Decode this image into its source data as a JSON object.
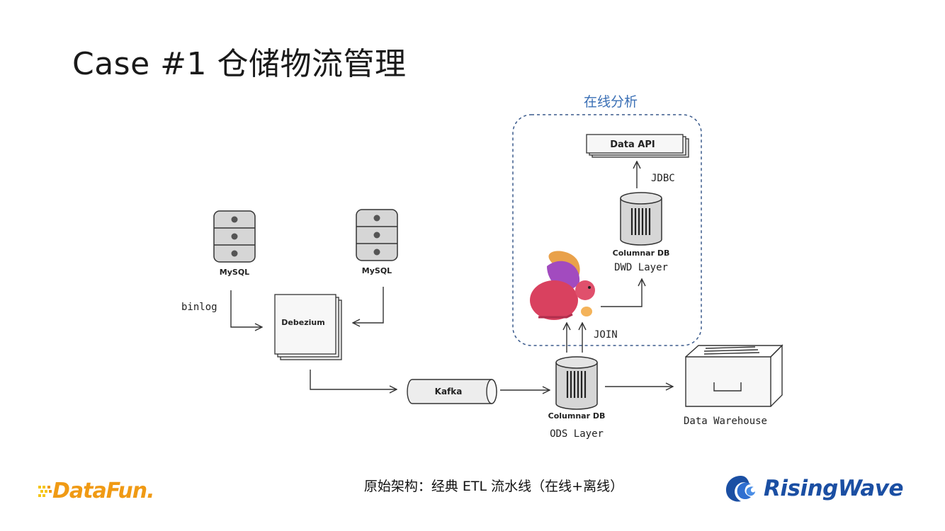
{
  "slide": {
    "title": "Case #1 仓储物流管理",
    "caption": "原始架构：经典 ETL 流水线（在线+离线）"
  },
  "diagram": {
    "online_group_label": "在线分析",
    "nodes": {
      "mysql_left": "MySQL",
      "mysql_right": "MySQL",
      "debezium": "Debezium",
      "kafka": "Kafka",
      "ods_db": "Columnar DB",
      "ods_layer": "ODS Layer",
      "dwd_db": "Columnar DB",
      "dwd_layer": "DWD Layer",
      "data_api": "Data API",
      "data_warehouse": "Data Warehouse"
    },
    "edges": {
      "binlog": "binlog",
      "join": "JOIN",
      "jdbc": "JDBC"
    }
  },
  "logos": {
    "datafun": "DataFun.",
    "risingwave": "RisingWave"
  },
  "colors": {
    "group_border": "#3a5a8c",
    "group_label": "#3a6fb5",
    "datafun": "#f09a14",
    "risingwave": "#1b4fa3",
    "cylinder_fill": "#d6d6d6",
    "stroke": "#333333"
  }
}
